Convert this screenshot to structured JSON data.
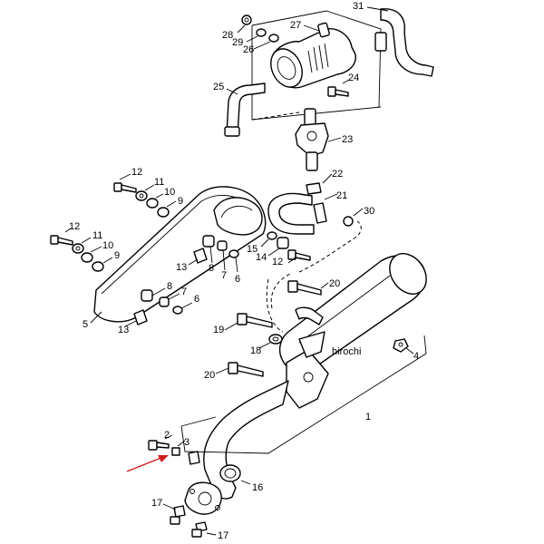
{
  "watermark": "hirochi",
  "accent_color": "#cc1f1f",
  "callouts": [
    {
      "id": "c1",
      "label": "1"
    },
    {
      "id": "c2",
      "label": "2"
    },
    {
      "id": "c3",
      "label": "3"
    },
    {
      "id": "c4",
      "label": "4"
    },
    {
      "id": "c5",
      "label": "5"
    },
    {
      "id": "c6a",
      "label": "6"
    },
    {
      "id": "c6b",
      "label": "6"
    },
    {
      "id": "c7a",
      "label": "7"
    },
    {
      "id": "c7b",
      "label": "7"
    },
    {
      "id": "c8a",
      "label": "8"
    },
    {
      "id": "c8b",
      "label": "8"
    },
    {
      "id": "c9a",
      "label": "9"
    },
    {
      "id": "c9b",
      "label": "9"
    },
    {
      "id": "c10a",
      "label": "10"
    },
    {
      "id": "c10b",
      "label": "10"
    },
    {
      "id": "c11a",
      "label": "11"
    },
    {
      "id": "c11b",
      "label": "11"
    },
    {
      "id": "c12a",
      "label": "12"
    },
    {
      "id": "c12b",
      "label": "12"
    },
    {
      "id": "c12c",
      "label": "12"
    },
    {
      "id": "c13a",
      "label": "13"
    },
    {
      "id": "c13b",
      "label": "13"
    },
    {
      "id": "c14",
      "label": "14"
    },
    {
      "id": "c15",
      "label": "15"
    },
    {
      "id": "c16",
      "label": "16"
    },
    {
      "id": "c17a",
      "label": "17"
    },
    {
      "id": "c17b",
      "label": "17"
    },
    {
      "id": "c18",
      "label": "18"
    },
    {
      "id": "c19",
      "label": "19"
    },
    {
      "id": "c20a",
      "label": "20"
    },
    {
      "id": "c20b",
      "label": "20"
    },
    {
      "id": "c21",
      "label": "21"
    },
    {
      "id": "c22",
      "label": "22"
    },
    {
      "id": "c23",
      "label": "23"
    },
    {
      "id": "c24",
      "label": "24"
    },
    {
      "id": "c25",
      "label": "25"
    },
    {
      "id": "c26",
      "label": "26"
    },
    {
      "id": "c27",
      "label": "27"
    },
    {
      "id": "c28",
      "label": "28"
    },
    {
      "id": "c29",
      "label": "29"
    },
    {
      "id": "c30",
      "label": "30"
    },
    {
      "id": "c31",
      "label": "31"
    }
  ]
}
